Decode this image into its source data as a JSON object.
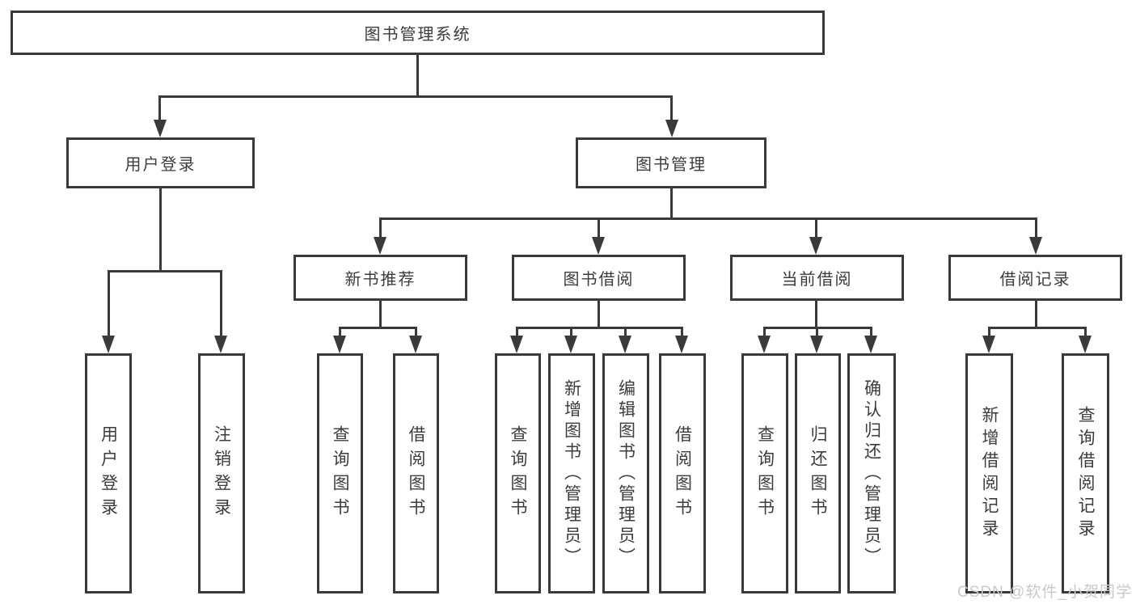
{
  "diagram": {
    "root": {
      "label": "图书管理系统"
    },
    "level2": [
      {
        "label": "用户登录"
      },
      {
        "label": "图书管理"
      }
    ],
    "level3": [
      {
        "label": "新书推荐"
      },
      {
        "label": "图书借阅"
      },
      {
        "label": "当前借阅"
      },
      {
        "label": "借阅记录"
      }
    ],
    "leaves": {
      "user_login": [
        "用户登录",
        "注销登录"
      ],
      "new_book": [
        "查询图书",
        "借阅图书"
      ],
      "book_borrow": [
        "查询图书",
        "新增图书（管理员）",
        "编辑图书（管理员）",
        "借阅图书"
      ],
      "current_borrow": [
        "查询图书",
        "归还图书",
        "确认归还（管理员）"
      ],
      "borrow_record": [
        "新增借阅记录",
        "查询借阅记录"
      ]
    }
  },
  "watermark": {
    "text": "CSDN @软件_小贺同学"
  },
  "colors": {
    "line": "#3a3a3a",
    "text": "#3c3c3c",
    "box_bg": "#ffffff",
    "watermark": "#ccc8ca"
  }
}
